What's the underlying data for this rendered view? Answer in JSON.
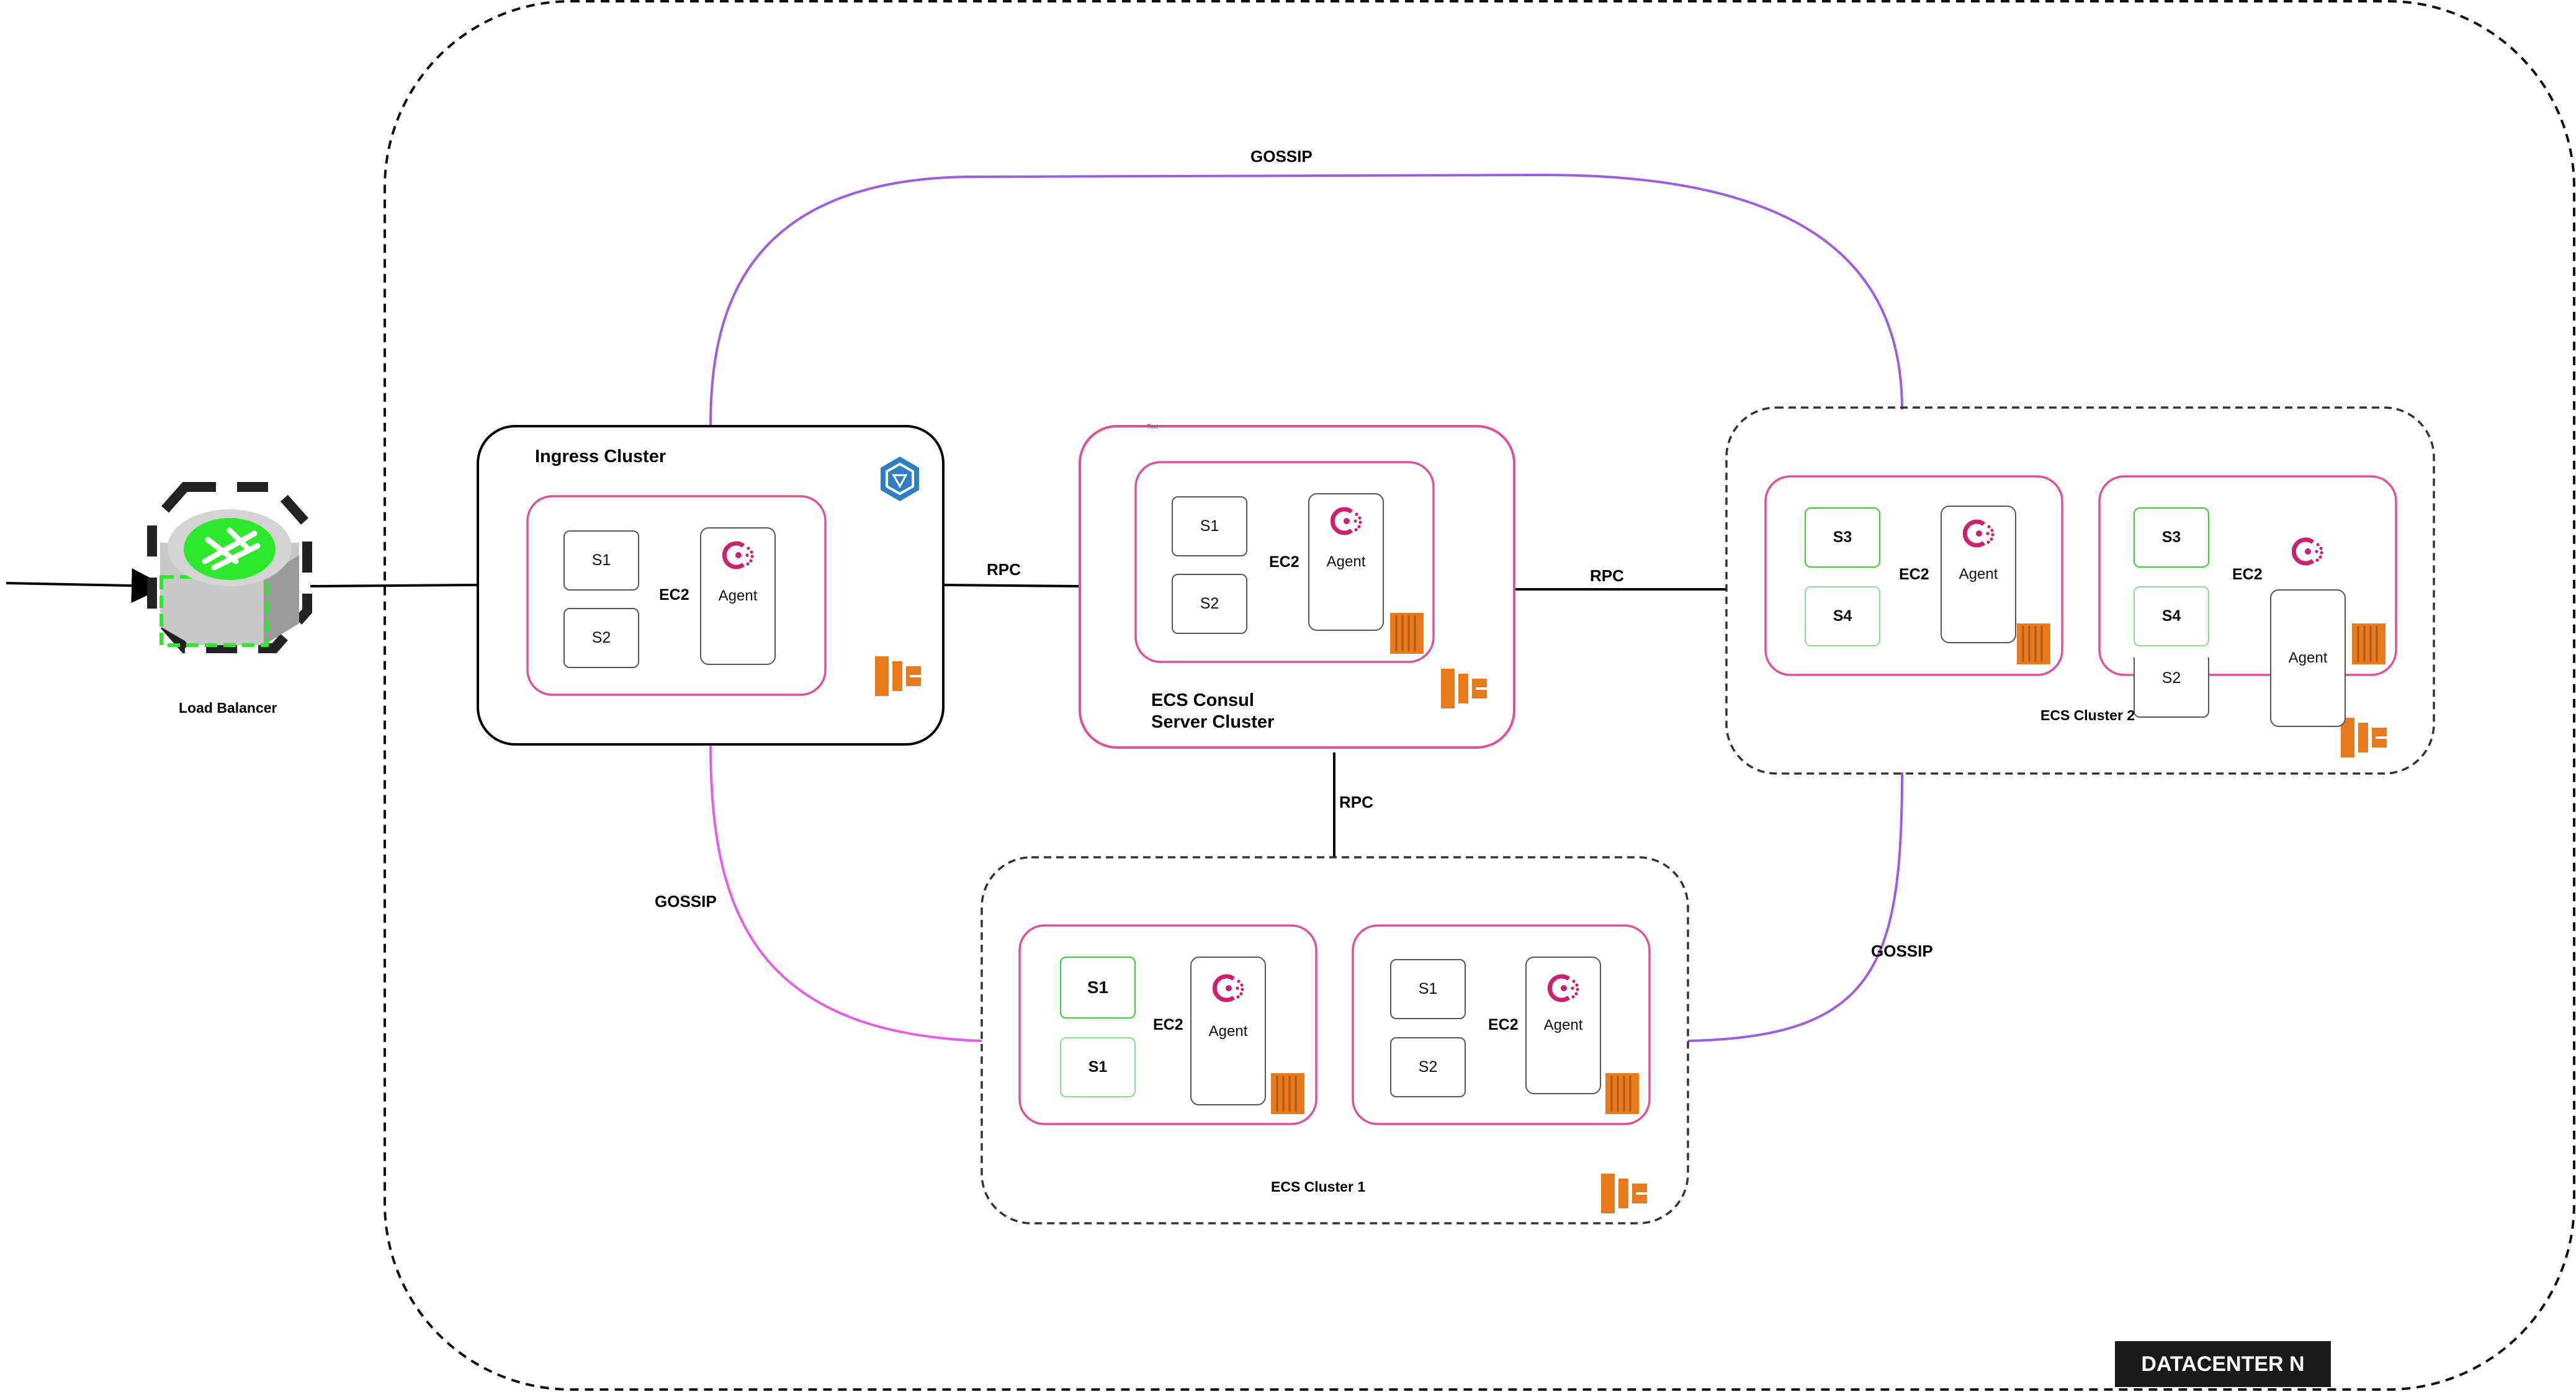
{
  "load_balancer": {
    "label": "Load Balancer"
  },
  "datacenter": {
    "label": "DATACENTER N"
  },
  "connections": {
    "gossip_top": "GOSSIP",
    "gossip_left": "GOSSIP",
    "gossip_right": "GOSSIP",
    "rpc_ingress": "RPC",
    "rpc_cluster2": "RPC",
    "rpc_cluster1": "RPC"
  },
  "ingress": {
    "title": "Ingress  Cluster",
    "ec2": "EC2",
    "services": [
      "S1",
      "S2"
    ],
    "agent": "Agent"
  },
  "server": {
    "title_line1": "ECS Consul",
    "title_line2": "Server  Cluster",
    "tiny_text": "Text",
    "ec2": "EC2",
    "services": [
      "S1",
      "S2"
    ],
    "agent": "Agent"
  },
  "cluster2": {
    "title": "ECS Cluster 2",
    "left": {
      "ec2": "EC2",
      "services": [
        "S3",
        "S4"
      ],
      "agent": "Agent"
    },
    "right": {
      "ec2": "EC2",
      "services": [
        "S3",
        "S4",
        "S2"
      ],
      "agent": "Agent"
    }
  },
  "cluster1": {
    "title": "ECS Cluster 1",
    "left": {
      "ec2": "EC2",
      "services": [
        "S1",
        "S1"
      ],
      "agent": "Agent"
    },
    "right": {
      "ec2": "EC2",
      "services": [
        "S1",
        "S2"
      ],
      "agent": "Agent"
    }
  },
  "colors": {
    "pink": "#e0509a",
    "purple": "#a05ce0",
    "consul": "#ca2171",
    "aws_orange": "#e87b1e",
    "k8s_blue": "#2f7ec2",
    "lb_green": "#2ee82e"
  },
  "icons": [
    "consul-logo-icon",
    "ecs-container-icon",
    "ec2-instance-icon",
    "kubernetes-icon",
    "load-balancer-icon"
  ]
}
